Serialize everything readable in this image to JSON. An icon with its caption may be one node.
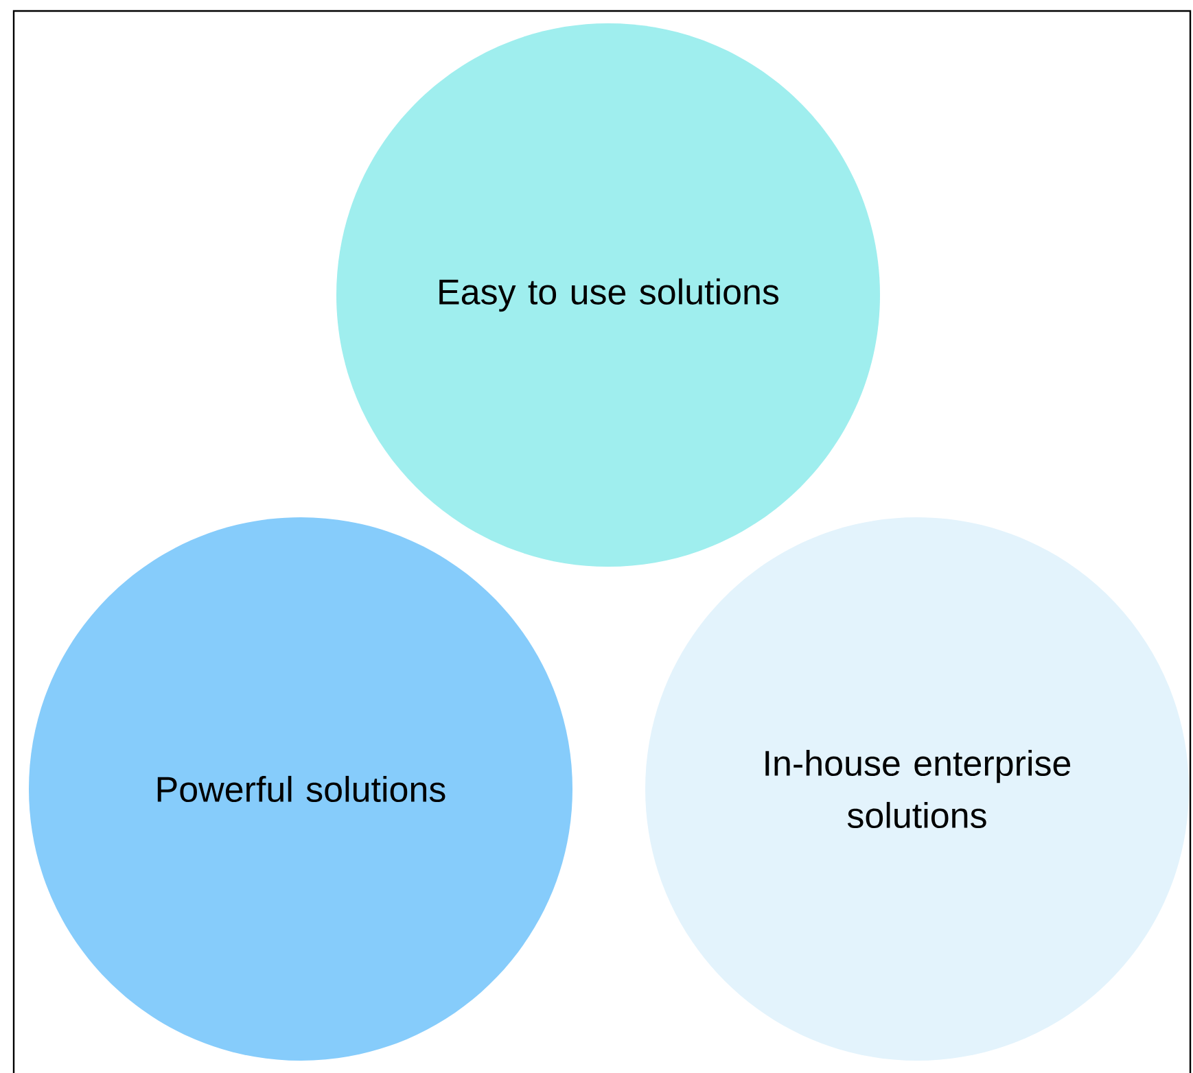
{
  "diagram": {
    "nodes": [
      {
        "text": [
          "Easy to use solutions"
        ]
      },
      {
        "text": [
          "Powerful solutions"
        ]
      },
      {
        "text": [
          "In-house enterprise solutions"
        ]
      }
    ]
  }
}
